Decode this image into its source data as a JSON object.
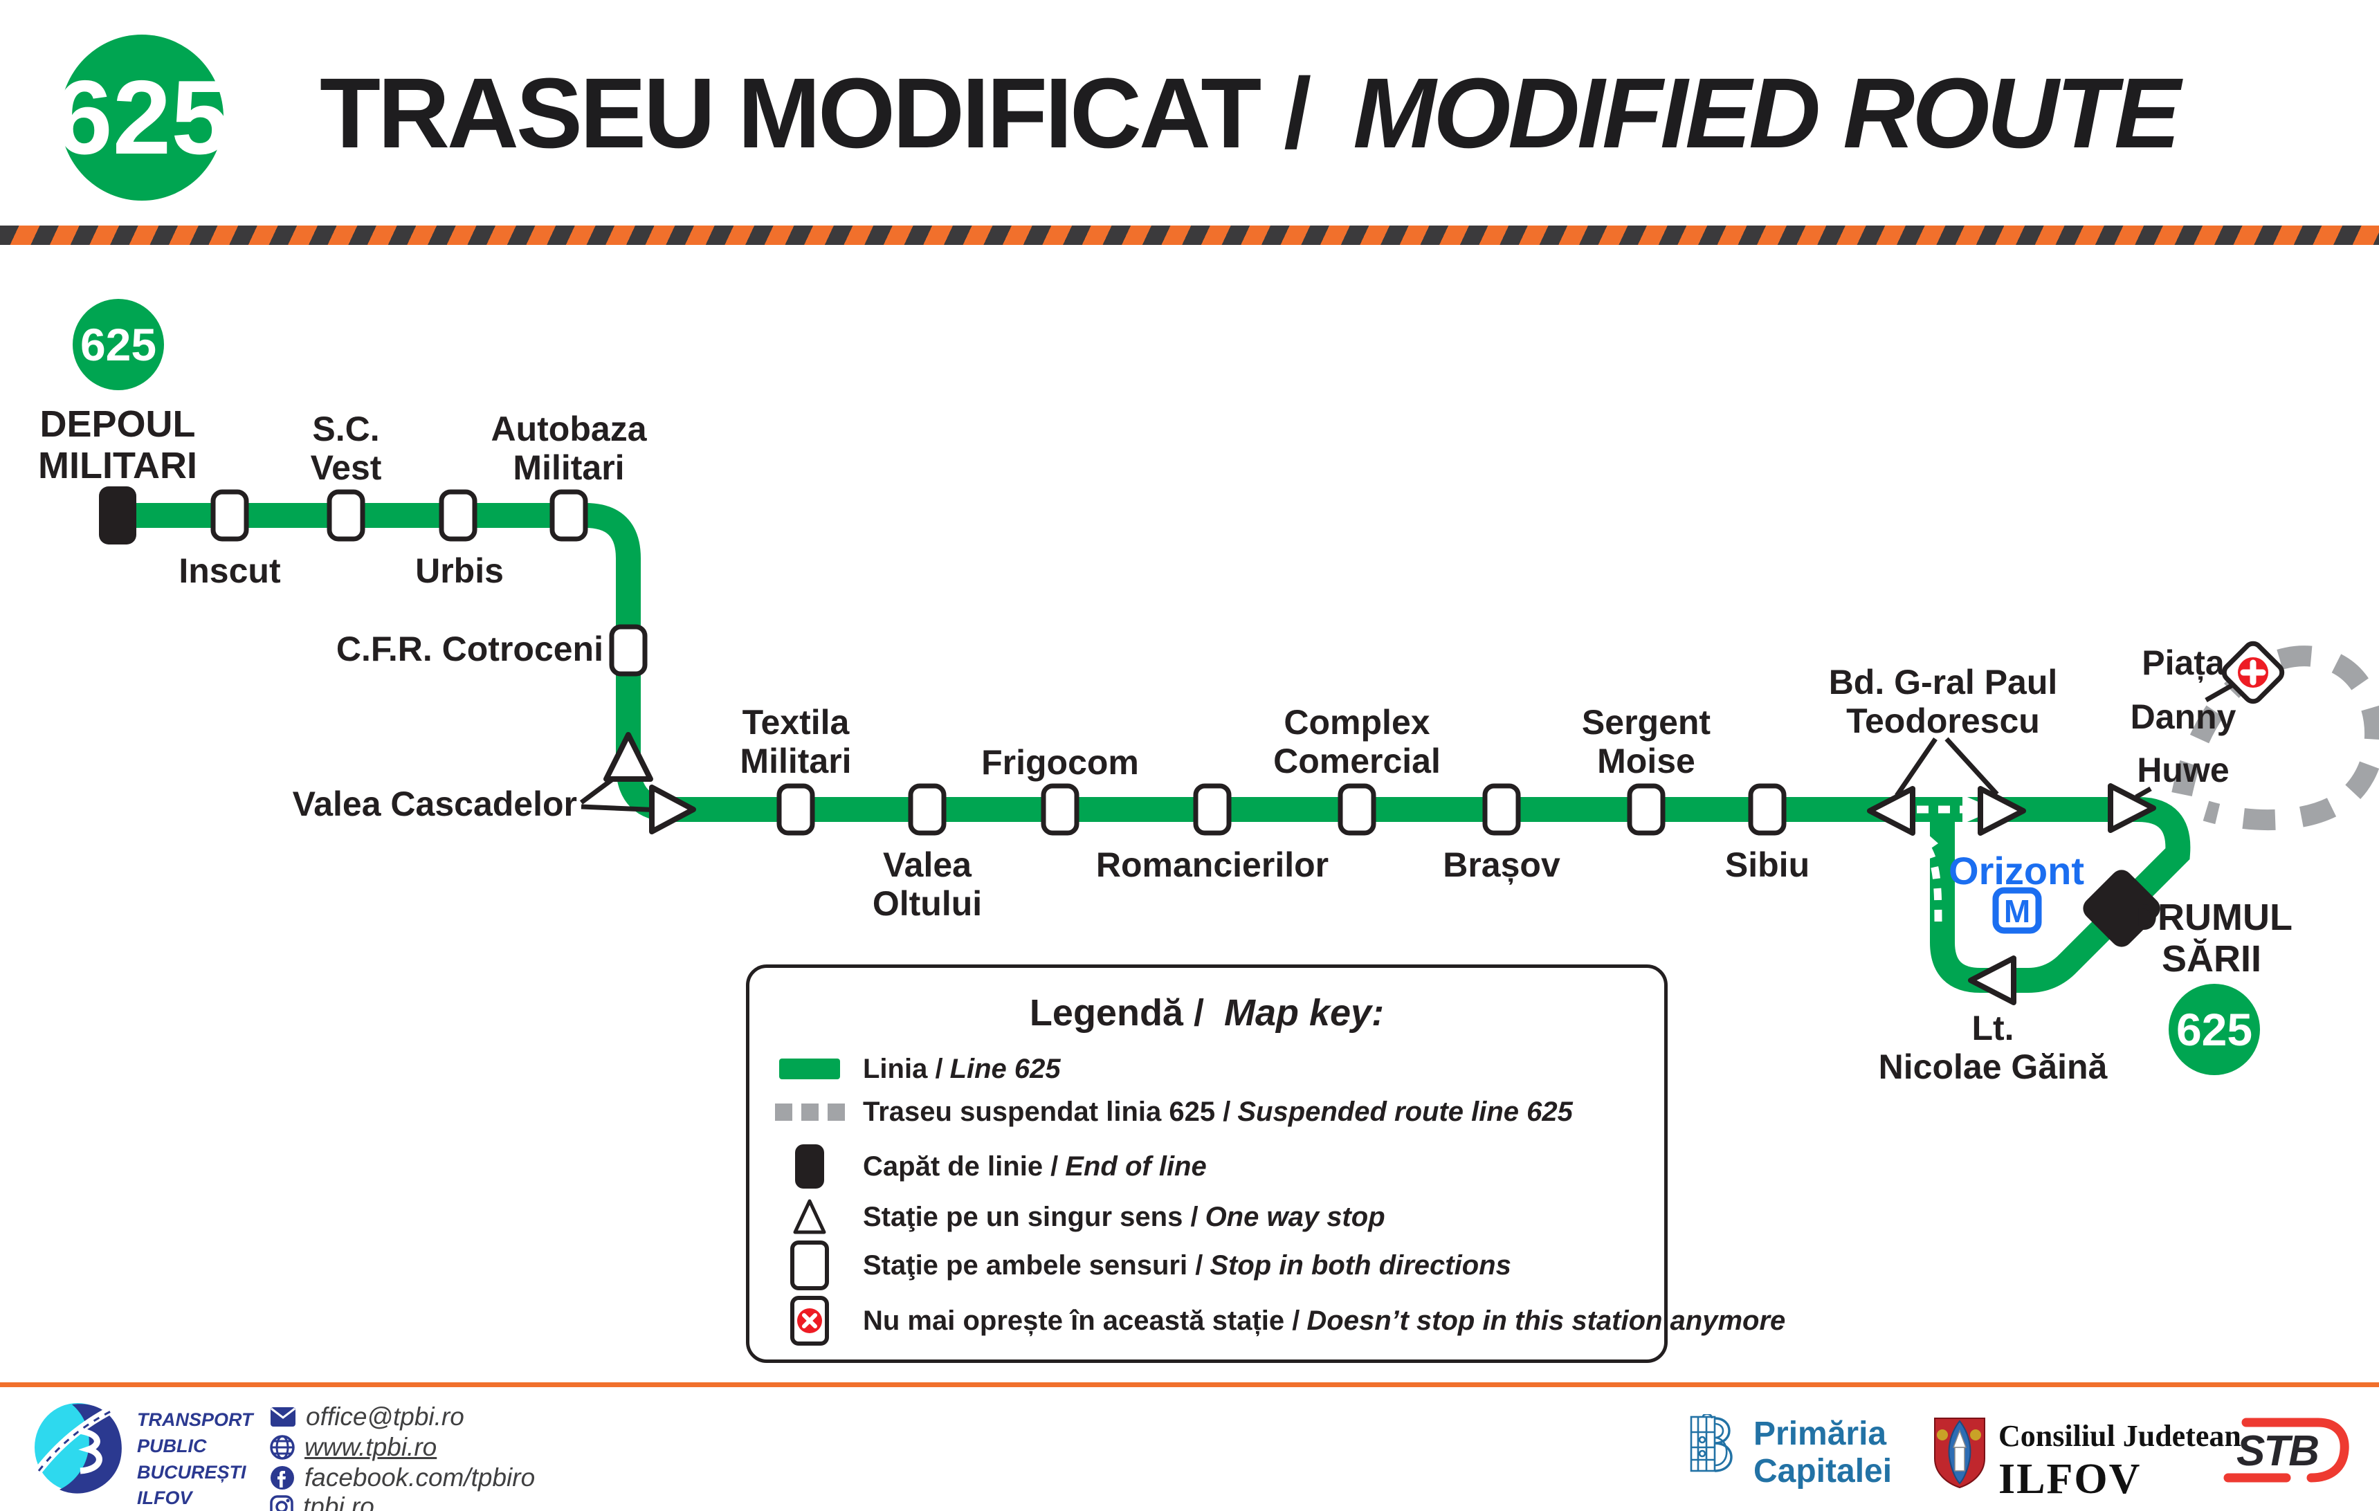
{
  "header": {
    "line_number": "625",
    "title_ro": "TRASEU MODIFICAT /",
    "title_en": "MODIFIED ROUTE"
  },
  "route": {
    "start_badge": "625",
    "end_badge": "625",
    "line_color": "#00a551",
    "suspended_color": "#a2a4a7",
    "stations": [
      {
        "name": "depoul-militari",
        "label": [
          "DEPOUL",
          "MILITARI"
        ]
      },
      {
        "name": "inscut",
        "label": [
          "Inscut"
        ]
      },
      {
        "name": "sc-vest",
        "label": [
          "S.C.",
          "Vest"
        ]
      },
      {
        "name": "urbis",
        "label": [
          "Urbis"
        ]
      },
      {
        "name": "autobaza-militari",
        "label": [
          "Autobaza",
          "Militari"
        ]
      },
      {
        "name": "cfr-cotroceni",
        "label": [
          "C.F.R. Cotroceni"
        ]
      },
      {
        "name": "valea-cascadelor",
        "label": [
          "Valea Cascadelor"
        ]
      },
      {
        "name": "textila-militari",
        "label": [
          "Textila",
          "Militari"
        ]
      },
      {
        "name": "valea-oltului",
        "label": [
          "Valea",
          "Oltului"
        ]
      },
      {
        "name": "frigocom",
        "label": [
          "Frigocom"
        ]
      },
      {
        "name": "romancierilor",
        "label": [
          "Romancierilor"
        ]
      },
      {
        "name": "complex-comercial",
        "label": [
          "Complex",
          "Comercial"
        ]
      },
      {
        "name": "brasov",
        "label": [
          "Brașov"
        ]
      },
      {
        "name": "sergent-moise",
        "label": [
          "Sergent",
          "Moise"
        ]
      },
      {
        "name": "sibiu",
        "label": [
          "Sibiu"
        ]
      },
      {
        "name": "bd-gral-paul-teodorescu",
        "label": [
          "Bd. G-ral Paul",
          "Teodorescu"
        ]
      },
      {
        "name": "orizont",
        "label": [
          "Orizont"
        ],
        "metro": "M"
      },
      {
        "name": "piata-danny-huwe",
        "label": [
          "Piața",
          "Danny",
          "Huwe"
        ]
      },
      {
        "name": "drumul-sarii",
        "label": [
          "DRUMUL",
          "SĂRII"
        ]
      },
      {
        "name": "lt-nicolae-gaina",
        "label": [
          "Lt.",
          "Nicolae Găină"
        ]
      }
    ]
  },
  "legend": {
    "title_ro": "Legendă /",
    "title_en": "Map key:",
    "items": [
      {
        "ro": "Linia /",
        "en": "Line 625"
      },
      {
        "ro": "Traseu suspendat linia 625 /",
        "en": "Suspended route line 625"
      },
      {
        "ro": "Capăt de linie /",
        "en": "End of line"
      },
      {
        "ro": "Staţie pe un singur sens /",
        "en": "One way stop"
      },
      {
        "ro": "Staţie pe ambele sensuri /",
        "en": "Stop in both directions"
      },
      {
        "ro": "Nu mai oprește în această stație /",
        "en": "Doesn’t stop in this station anymore"
      }
    ]
  },
  "footer": {
    "agency_name": [
      "TRANSPORT",
      "PUBLIC",
      "BUCUREȘTI",
      "ILFOV"
    ],
    "contacts": [
      {
        "icon": "email-icon",
        "text": "office@tpbi.ro"
      },
      {
        "icon": "globe-icon",
        "text": "www.tpbi.ro"
      },
      {
        "icon": "facebook-icon",
        "text": "facebook.com/tpbiro"
      },
      {
        "icon": "instagram-icon",
        "text": "tpbi.ro"
      }
    ],
    "primaria": [
      "Primăria",
      "Capitalei"
    ],
    "consiliu_line1": "Consiliul Judetean",
    "consiliu_line2": "ILFOV",
    "stb": "STB"
  },
  "colors": {
    "green": "#00a551",
    "grey": "#a2a4a7",
    "orange": "#f1702c",
    "stripe_dark": "#3b3a3c",
    "metro_blue": "#1b6ef0",
    "red": "#ed1c24",
    "tpbi_blue": "#2b3990",
    "tpbi_cyan": "#2ed9ee",
    "primaria_blue": "#2272a5",
    "stb_red": "#ee3a31"
  }
}
